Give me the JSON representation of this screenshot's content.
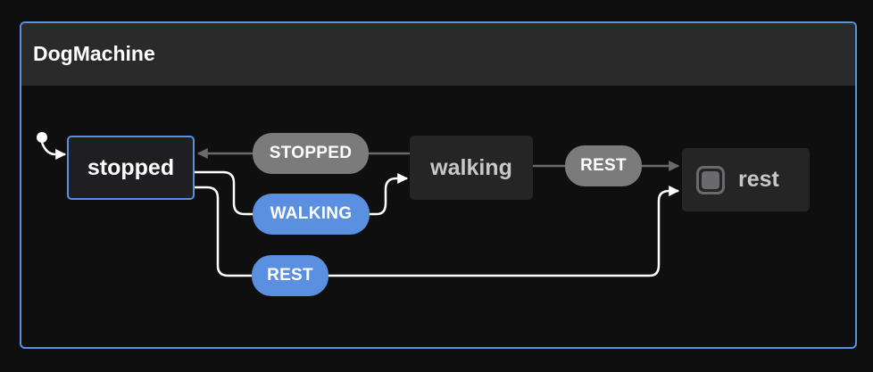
{
  "machine": {
    "title": "DogMachine"
  },
  "states": {
    "stopped": {
      "label": "stopped"
    },
    "walking": {
      "label": "walking"
    },
    "rest": {
      "label": "rest",
      "icon": "final-state-icon"
    }
  },
  "events": {
    "stopped": "STOPPED",
    "walking": "WALKING",
    "rest_top": "REST",
    "rest_bottom": "REST"
  },
  "colors": {
    "accent": "#5b8fe0",
    "inactive_event": "#7b7b7b",
    "background": "#0f0f10",
    "header": "#2a2a2b",
    "state_fill": "#252526"
  }
}
